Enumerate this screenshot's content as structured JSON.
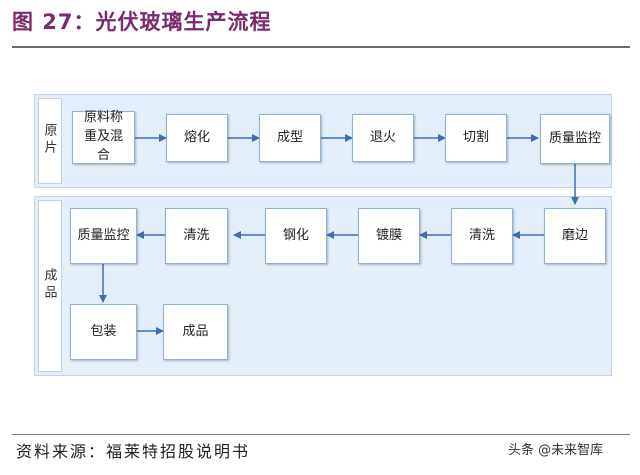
{
  "figure": {
    "title": "图 27：光伏玻璃生产流程",
    "source": "资料来源：福莱特招股说明书"
  },
  "panels": {
    "top_label": "原片",
    "bottom_label": "成品"
  },
  "nodes": {
    "n1": "原料称重及混合",
    "n2": "熔化",
    "n3": "成型",
    "n4": "退火",
    "n5": "切割",
    "n6": "质量监控",
    "n7": "磨边",
    "n8": "清洗",
    "n9": "镀膜",
    "n10": "钢化",
    "n11": "清洗",
    "n12": "质量监控",
    "n13": "包装",
    "n14": "成品"
  },
  "watermark": {
    "text": "头条 @未来智库",
    "icon": "wechat-icon"
  }
}
